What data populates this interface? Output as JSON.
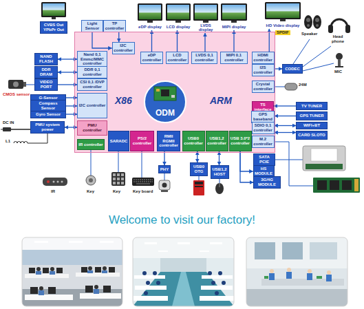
{
  "diagram": {
    "title": "Welcome to visit our factory!",
    "nodes": [
      {
        "text": [
          "CVBS Out YPbPr Out"
        ]
      },
      {
        "text": [
          "Light Sensor"
        ]
      },
      {
        "text": [
          "TP controller"
        ]
      },
      {
        "text": [
          "eDP display"
        ]
      },
      {
        "text": [
          "LCD display"
        ]
      },
      {
        "text": [
          "LVDS display"
        ]
      },
      {
        "text": [
          "MIPI display"
        ]
      },
      {
        "text": [
          "HD Video display"
        ]
      },
      {
        "text": [
          "X86",
          "ARM"
        ]
      },
      {
        "text": [
          "Nand 0,1 Emmc/MMC controller"
        ],
        "in": 8
      },
      {
        "text": [
          "I2C controller"
        ],
        "in": 8
      },
      {
        "text": [
          "eDP controller"
        ],
        "in": 8
      },
      {
        "text": [
          "LCD controller"
        ],
        "in": 8
      },
      {
        "text": [
          "LVDS 0,1 controller"
        ],
        "in": 8
      },
      {
        "text": [
          "MIPI 0,1 controller"
        ],
        "in": 8
      },
      {
        "text": [
          "HDMI controller"
        ],
        "in": 8
      },
      {
        "text": [
          "DDR 0,1 controller"
        ],
        "in": 8
      },
      {
        "text": [
          "I2S controller"
        ],
        "in": 8
      },
      {
        "text": [
          "CSI 0,1 /DVP controller"
        ],
        "in": 8
      },
      {
        "text": [
          "Crystal controller"
        ],
        "in": 8
      },
      {
        "text": [
          "ODM"
        ],
        "in": 8
      },
      {
        "text": [
          "I2C controller"
        ],
        "in": 8
      },
      {
        "text": [
          "TS interface"
        ],
        "in": 8
      },
      {
        "text": [
          "GPS baseband"
        ],
        "in": 8
      },
      {
        "text": [
          "PMU controller"
        ],
        "in": 8
      },
      {
        "text": [
          "SDIO 0,1 controller"
        ],
        "in": 8
      },
      {
        "text": [
          "IR controller"
        ],
        "in": 8
      },
      {
        "text": [
          "SARADC"
        ],
        "in": 8
      },
      {
        "text": [
          "PS/2 controller"
        ],
        "in": 8
      },
      {
        "text": [
          "RMII RGMII controller"
        ],
        "in": 8
      },
      {
        "text": [
          "USB0 controller"
        ],
        "in": 8
      },
      {
        "text": [
          "USB1,2 controller"
        ],
        "in": 8
      },
      {
        "text": [
          "USB 3.0*2 controller"
        ],
        "in": 8
      },
      {
        "text": [
          "M.2 controller"
        ],
        "in": 8
      },
      {
        "text": [
          "NAND FLASH"
        ]
      },
      {
        "text": [
          "DDR DRAM"
        ]
      },
      {
        "text": [
          "VIDEO PORT"
        ]
      },
      {
        "text": [
          "G-Sensor"
        ]
      },
      {
        "text": [
          "Compass Sensor"
        ]
      },
      {
        "text": [
          "Gyro Sensor"
        ]
      },
      {
        "text": [
          "PMU system power"
        ]
      },
      {
        "text": [
          "CODEC"
        ]
      },
      {
        "text": [
          "TV TUNER"
        ]
      },
      {
        "text": [
          "GPS TUNER"
        ]
      },
      {
        "text": [
          "WIFI+BT"
        ]
      },
      {
        "text": [
          "CARD SLOTO"
        ]
      },
      {
        "text": [
          "SATA PCIE"
        ]
      },
      {
        "text": [
          "PHY"
        ]
      },
      {
        "text": [
          "USB0 OTG"
        ]
      },
      {
        "text": [
          "USB1,2 HOST"
        ]
      },
      {
        "text": [
          "HS MODULE"
        ]
      },
      {
        "text": [
          "3G/4G MODULE"
        ]
      }
    ],
    "edges": [
      {
        "from": 1,
        "to": 10,
        "arrow": "to"
      },
      {
        "from": 2,
        "to": 10,
        "arrow": "to"
      },
      {
        "from": 11,
        "to": 3,
        "arrow": "to"
      },
      {
        "from": 12,
        "to": 4,
        "arrow": "to"
      },
      {
        "from": 13,
        "to": 5,
        "arrow": "to"
      },
      {
        "from": 14,
        "to": 6,
        "arrow": "to"
      },
      {
        "from": 15,
        "to": 7,
        "arrow": "to"
      },
      {
        "from": 34,
        "to": 9,
        "arrow": "both"
      },
      {
        "from": 35,
        "to": 16,
        "arrow": "both"
      },
      {
        "from": 36,
        "to": 18,
        "arrow": "to"
      },
      {
        "from": 37,
        "to": 21,
        "arrow": "to"
      },
      {
        "from": 38,
        "to": 21,
        "arrow": "to"
      },
      {
        "from": 39,
        "to": 21,
        "arrow": "to"
      },
      {
        "from": 40,
        "to": 24,
        "arrow": "both"
      },
      {
        "from": 17,
        "to": 41,
        "arrow": "to"
      },
      {
        "from": 42,
        "to": 22,
        "arrow": "to"
      },
      {
        "from": 43,
        "to": 23,
        "arrow": "to"
      },
      {
        "from": 25,
        "to": 44,
        "arrow": "both"
      },
      {
        "from": 25,
        "to": 45,
        "arrow": "both"
      },
      {
        "from": 29,
        "to": 47,
        "arrow": "to"
      },
      {
        "from": 30,
        "to": 48,
        "arrow": "both"
      },
      {
        "from": 31,
        "to": 49,
        "arrow": "both"
      },
      {
        "from": 32,
        "to": 50,
        "arrow": "to"
      },
      {
        "from": 32,
        "to": 51,
        "arrow": "to"
      }
    ],
    "labels": [
      "Speaker",
      "Head phone",
      "MIC",
      "SPDIF",
      "24M",
      "CMOS sensor",
      "DC IN",
      "L1",
      "IR",
      "Key",
      "Key",
      "Key board"
    ]
  }
}
